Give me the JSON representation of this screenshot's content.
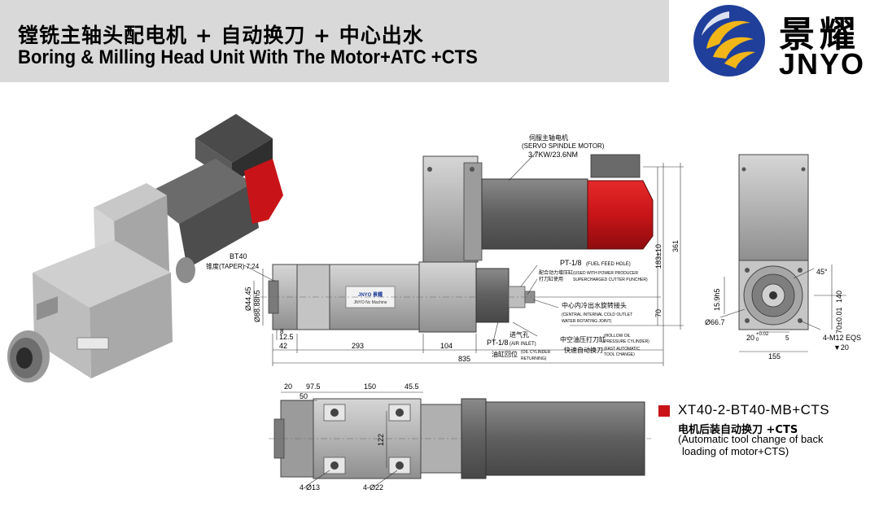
{
  "header": {
    "title_cn": "镗铣主轴头配电机 + 自动换刀 + 中心出水",
    "title_en": "Boring & Milling Head Unit With The Motor+ATC +CTS"
  },
  "brand": {
    "name_cn": "景耀",
    "name_en": "JNYO",
    "colors": {
      "blue": "#1f3f9a",
      "yellow": "#f2b619"
    }
  },
  "colors": {
    "motor_red": "#c81418",
    "body_gray": "#b9b9b9",
    "dark_gray": "#6a6a6a",
    "header_band": "#d9d9d9"
  },
  "side_view": {
    "motor_cn": "伺服主轴电机",
    "motor_en": "(SERVO SPINDLE MOTOR)",
    "motor_spec": "3.7KW/23.6NM",
    "taper_label": "BT40",
    "taper_cn": "锥度(TAPER) 7:24",
    "pt_fuel": "PT-1/8",
    "fuel_hole": "(FUEL FEED HOLE)",
    "booster_cn1": "配合动力增压缸",
    "booster_cn2": "打刀缸使用",
    "booster_en1": "(USED WITH POWER PRODUCER",
    "booster_en2": "SUPERCHARGED CUTTER PUNCHER)",
    "coolant_cn": "中心内冷出水旋转接头",
    "coolant_en1": "(CENTRAL INTERNAL COLD OUTLET",
    "coolant_en2": "WATER ROTATING JOINT)",
    "pt_air": "PT-1/8",
    "air_cn": "进气孔",
    "air_en": "(AIR INLET)",
    "oil_cn": "油缸回位",
    "oil_en1": "(OIL CYLINDER",
    "oil_en2": "RETURNING)",
    "hollow_cn": "中空油压打刀缸",
    "hollow_en1": "(HOLLOW OIL",
    "hollow_en2": "PRESSURE CYLINDER)",
    "fast_cn": "快速自动换刀",
    "fast_en1": "(FAST AUTOMATIC",
    "fast_en2": "TOOL CHANGE)",
    "nameplate_brand": "JNYO 景耀",
    "nameplate_text": "JNYO Nc Machine",
    "dims": {
      "d_88": "Ø88.88h5",
      "d_44": "Ø44.45",
      "d_8": "8",
      "d_12_5": "12.5",
      "d_42": "42",
      "d_293": "293",
      "d_104": "104",
      "d_835": "835",
      "d_183": "183±10",
      "d_361": "361",
      "d_70": "70"
    }
  },
  "end_view": {
    "d_45": "45°",
    "d_15_9": "15.9h5",
    "d_140": "140",
    "d_70": "70±0.01",
    "d_66_7": "Ø66.7",
    "d_20": "20",
    "d_20_tol_top": "+0.02",
    "d_20_tol_bottom": "0",
    "d_5": "5",
    "d_m12": "4-M12 EQS",
    "d_depth": "▼20",
    "d_155": "155"
  },
  "top_view": {
    "d_20": "20",
    "d_97_5": "97.5",
    "d_150": "150",
    "d_45_5": "45.5",
    "d_50": "50",
    "d_122": "122",
    "d_13": "4-Ø13",
    "d_22": "4-Ø22"
  },
  "legend": {
    "model": "XT40-2-BT40-MB+CTS",
    "desc_cn": "电机后装自动换刀 +CTS",
    "desc_en1": "(Automatic tool change of back",
    "desc_en2": "loading of motor+CTS)"
  }
}
